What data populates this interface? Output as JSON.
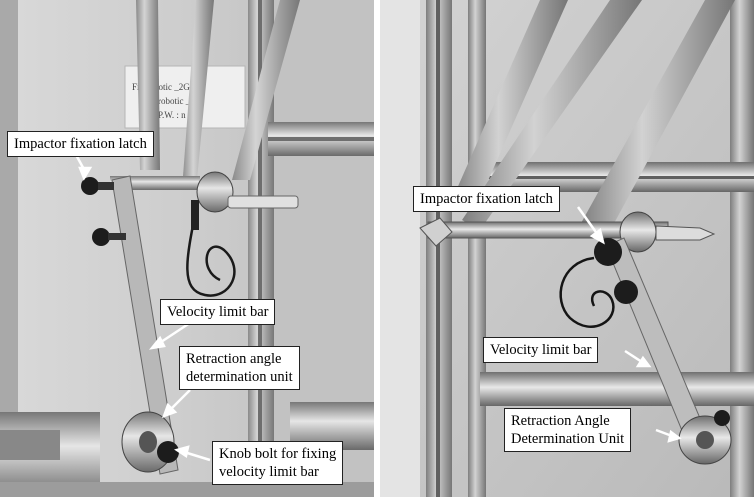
{
  "left_panel": {
    "sign": {
      "line1": "Fi : robotic  _2G",
      "line2": "robotic  _5G",
      "line3": "P.W. : n  a"
    },
    "labels": {
      "impactor_latch": "Impactor fixation latch",
      "velocity_bar": "Velocity limit bar",
      "retraction_line1": "Retraction angle",
      "retraction_line2": "determination unit",
      "knob_line1": "Knob bolt for fixing",
      "knob_line2": "velocity limit bar"
    }
  },
  "right_panel": {
    "labels": {
      "impactor_latch": "Impactor fixation latch",
      "velocity_bar": "Velocity limit bar",
      "retraction_line1": "Retraction Angle",
      "retraction_line2": "Determination Unit"
    }
  },
  "colors": {
    "wall": "#c8c8c8",
    "aluminum": "#9a9a9a",
    "dark_metal": "#1c1c1c",
    "label_bg": "#ffffff",
    "arrow": "#ffffff"
  }
}
